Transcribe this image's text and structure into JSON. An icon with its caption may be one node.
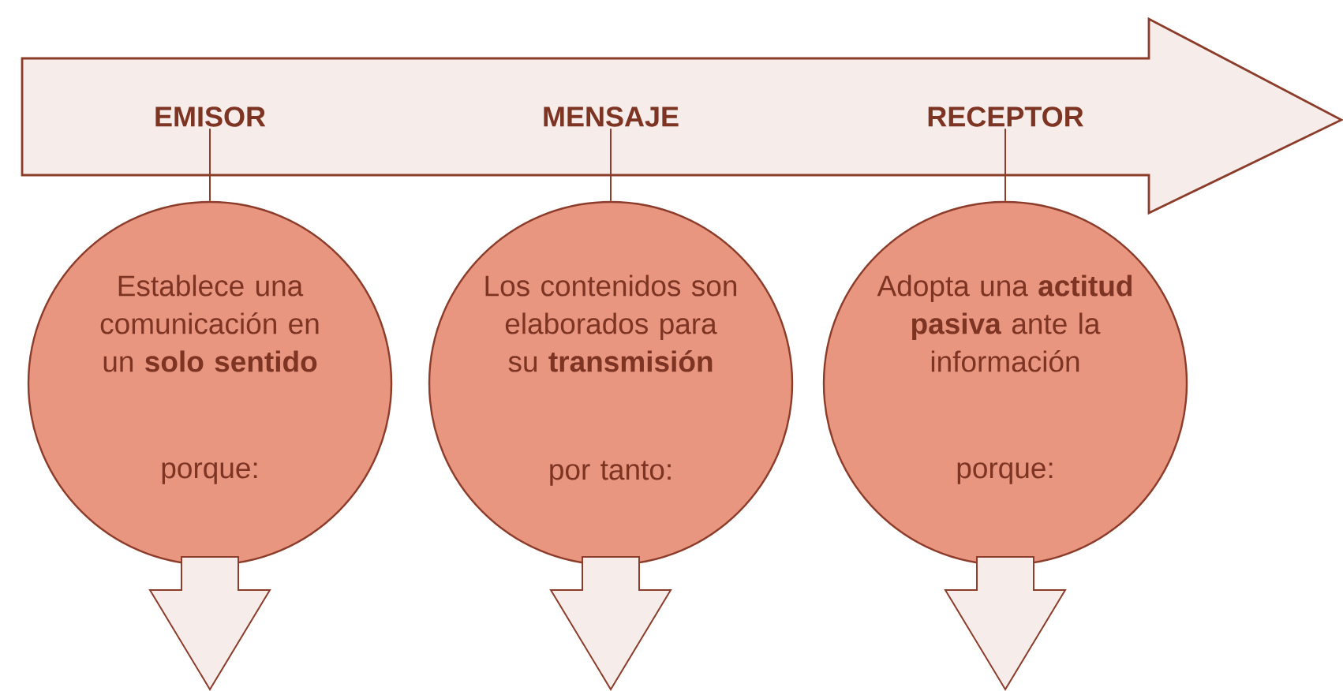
{
  "diagram": {
    "nodes": [
      {
        "text": [],
        "shape": "arrow"
      },
      {
        "text": [
          "EMISOR"
        ],
        "in": 0
      },
      {
        "text": [
          "MENSAJE"
        ],
        "in": 0
      },
      {
        "text": [
          "RECEPTOR"
        ],
        "in": 0
      },
      {
        "text": [
          "Establece una comunicación en un **solo sentido**",
          "porque:"
        ]
      },
      {
        "text": [
          "Los contenidos son elaborados para su **transmisión**",
          "por tanto:"
        ]
      },
      {
        "text": [
          "Adopta una **actitud pasiva** ante la información",
          "porque:"
        ]
      },
      {
        "text": [],
        "shape": "arrow"
      },
      {
        "text": [],
        "shape": "arrow"
      },
      {
        "text": [],
        "shape": "arrow"
      }
    ],
    "edges": [
      {
        "from": 1,
        "to": 4,
        "arrow": "none"
      },
      {
        "from": 2,
        "to": 5,
        "arrow": "none"
      },
      {
        "from": 3,
        "to": 6,
        "arrow": "none"
      }
    ]
  }
}
